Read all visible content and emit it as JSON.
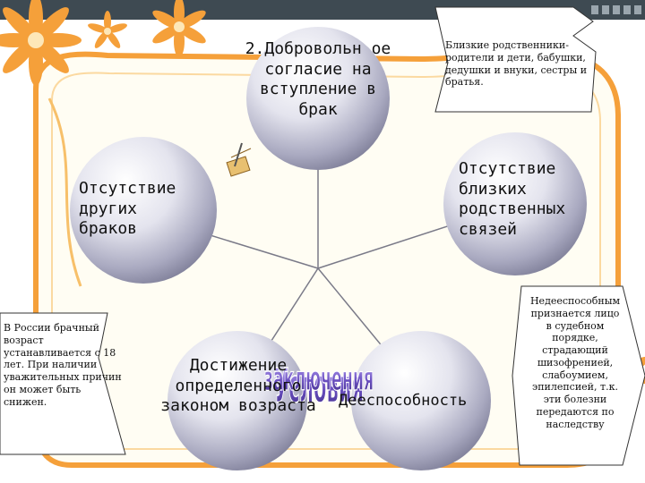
{
  "diagram": {
    "center_top": "Условия",
    "center_bottom": "заключения",
    "nodes": {
      "consent": "2.Добровольн ое согласие на вступление в брак",
      "no_marriages": "Отсутствие других браков",
      "no_relatives": "Отсутствие близких родственных связей",
      "age": "Достижение определенного законом возраста",
      "capacity": "Дееспособность"
    },
    "notes": {
      "relatives": "Близкие родственники-родители и дети, бабушки, дедушки и внуки, сестры и братья.",
      "age": "В России брачный возраст устанавливается с 18 лет. При наличии уважительных причин он может быть снижен.",
      "capacity": "Недееспособным признается лицо в судебном порядке, страдающий шизофренией, слабоумием, эпилепсией, т.к. эти болезни передаются по наследству"
    }
  },
  "colors": {
    "accent_orange": "#f5a03a",
    "pale_yellow": "#fdf3b0",
    "wordart_purple": "#5a3fa0",
    "bubble_light": "#ffffff",
    "bubble_dark": "#8a8aa4"
  }
}
